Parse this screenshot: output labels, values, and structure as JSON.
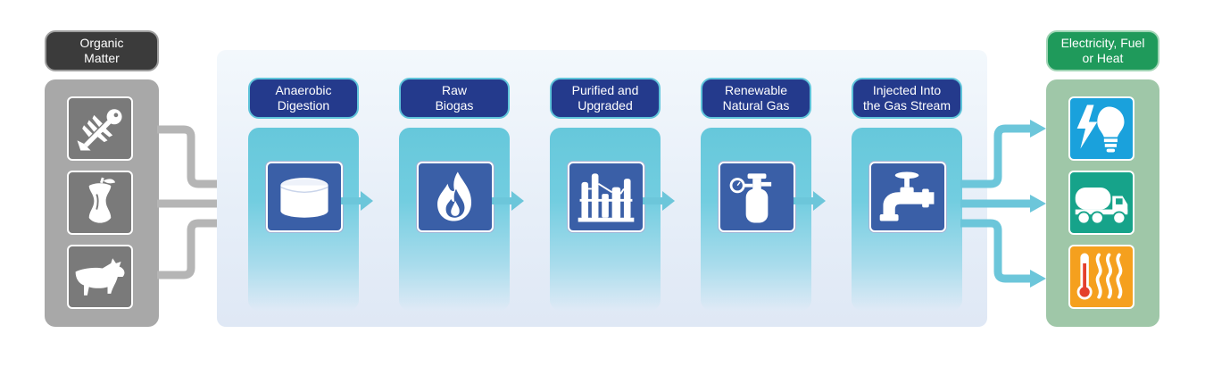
{
  "input": {
    "label": "Organic\nMatter",
    "color": "#3b3b3b",
    "items": [
      {
        "icon": "fish-bone-icon"
      },
      {
        "icon": "apple-core-icon"
      },
      {
        "icon": "cow-icon"
      }
    ]
  },
  "stages": [
    {
      "label": "Anaerobic\nDigestion",
      "icon": "digester-tank-icon"
    },
    {
      "label": "Raw\nBiogas",
      "icon": "flame-icon"
    },
    {
      "label": "Purified and\nUpgraded",
      "icon": "refinery-icon"
    },
    {
      "label": "Renewable\nNatural Gas",
      "icon": "gas-cylinder-icon"
    },
    {
      "label": "Injected Into\nthe Gas Stream",
      "icon": "pipeline-valve-icon"
    }
  ],
  "output": {
    "label": "Electricity, Fuel\nor Heat",
    "color": "#1f9a5b",
    "items": [
      {
        "icon": "electricity-bulb-icon",
        "color": "#1aa1dc"
      },
      {
        "icon": "fuel-truck-icon",
        "color": "#16a38a"
      },
      {
        "icon": "heat-thermometer-icon",
        "color": "#f5a01e"
      }
    ]
  },
  "colors": {
    "stage_label": "#243a8c",
    "stage_tile": "#3a5fa7",
    "arrow": "#6cc6da",
    "input_arrow": "#b5b5b5",
    "input_panel": "#a8a8a8",
    "output_panel": "#9fc7a8"
  }
}
